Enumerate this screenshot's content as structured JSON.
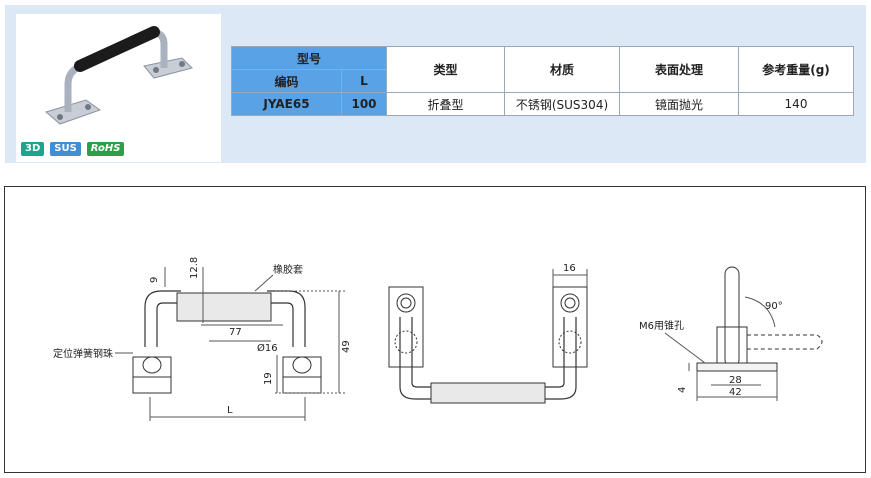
{
  "badges": {
    "b3d": "3D",
    "sus": "SUS",
    "rohs": "RoHS"
  },
  "table": {
    "model_header": "型号",
    "code_header": "编码",
    "l_header": "L",
    "type_header": "类型",
    "material_header": "材质",
    "surface_header": "表面处理",
    "weight_header": "参考重量(g)",
    "row": {
      "code": "JYAE65",
      "l": "100",
      "type": "折叠型",
      "material": "不锈钢(SUS304)",
      "surface": "镜面抛光",
      "weight": "140"
    }
  },
  "drawing": {
    "dim_9": "9",
    "dim_12_8": "12.8",
    "rubber_sleeve": "橡胶套",
    "dim_77": "77",
    "dim_phi16": "Ø16",
    "dim_49": "49",
    "dim_19": "19",
    "spring_ball": "定位弹簧钢珠",
    "dim_L": "L",
    "dim_16": "16",
    "angle_90": "90°",
    "m6_label": "M6用锥孔",
    "dim_4": "4",
    "dim_28": "28",
    "dim_42": "42"
  }
}
